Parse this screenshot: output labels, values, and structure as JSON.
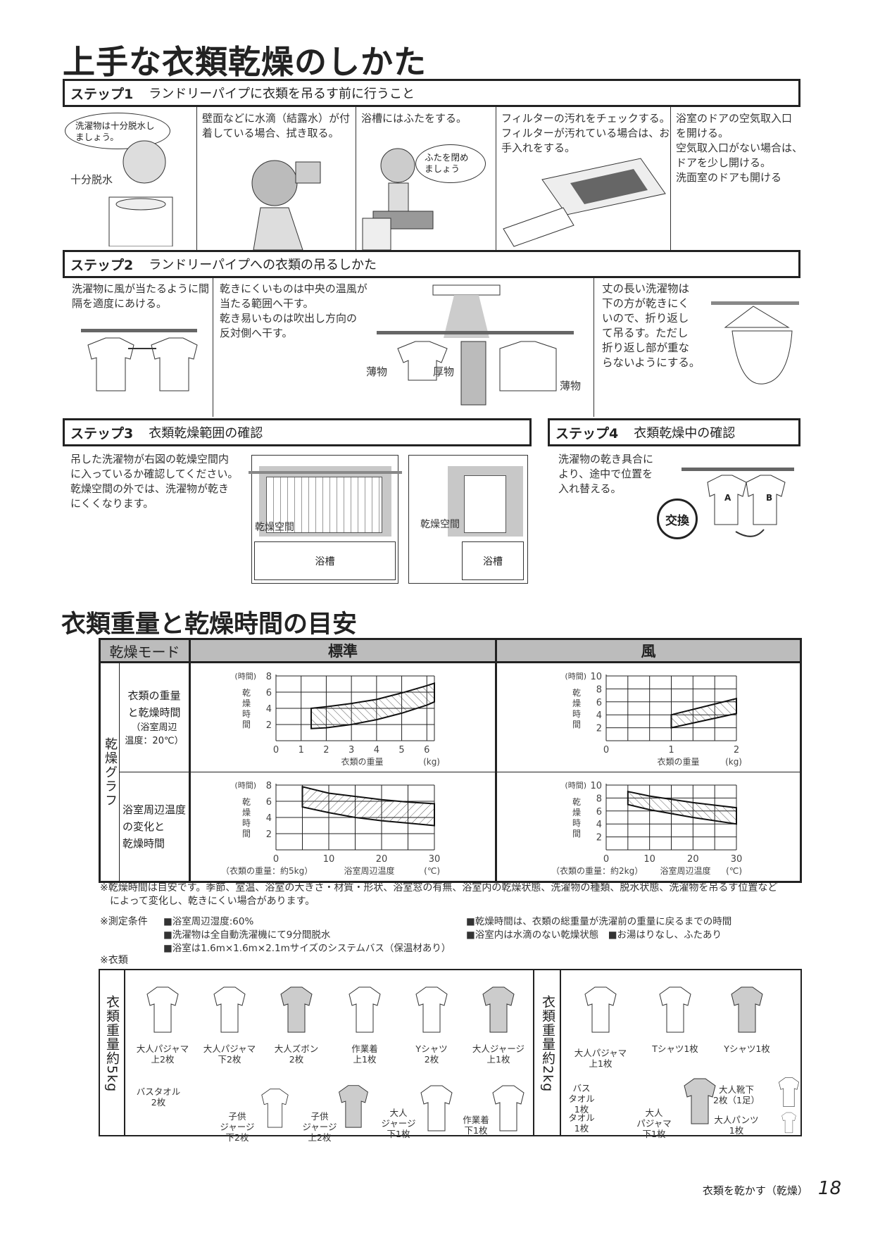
{
  "title": "上手な衣類乾燥のしかた",
  "step1": {
    "label": "ステップ1",
    "title": "ランドリーパイプに衣類を吊るす前に行うこと",
    "panels": [
      {
        "bubble": "洗濯物は十分脱水しましょう。",
        "caption": "十分脱水"
      },
      {
        "text": "壁面などに水滴（結露水）が付着している場合、拭き取る。"
      },
      {
        "text": "浴槽にはふたをする。",
        "bubble": "ふたを閉めましょう"
      },
      {
        "text": "フィルターの汚れをチェックする。フィルターが汚れている場合は、お手入れをする。"
      },
      {
        "lines": [
          "浴室のドアの空気取入口",
          "を開ける。",
          "空気取入口がない場合は、",
          "ドアを少し開ける。",
          "洗面室のドアも開ける"
        ]
      }
    ]
  },
  "step2": {
    "label": "ステップ2",
    "title": "ランドリーパイプへの衣類の吊るしかた",
    "panels": [
      {
        "text": "洗濯物に風が当たるように間隔を適度にあける。"
      },
      {
        "lines": [
          "乾きにくいものは中央の温風が",
          "当たる範囲へ干す。",
          "乾き易いものは吹出し方向の",
          "反対側へ干す。"
        ],
        "labels": [
          "薄物",
          "厚物",
          "薄物"
        ]
      },
      {
        "lines": [
          "丈の長い洗濯物は",
          "下の方が乾きにく",
          "いので、折り返し",
          "て吊るす。ただし",
          "折り返し部が重な",
          "らないようにする。"
        ]
      }
    ]
  },
  "step3": {
    "label": "ステップ3",
    "title": "衣類乾燥範囲の確認",
    "lines": [
      "吊した洗濯物が右図の乾燥空間内",
      "に入っているか確認してください。",
      "乾燥空間の外では、洗濯物が乾き",
      "にくくなります。"
    ],
    "space_label": "乾燥空間",
    "tub_label": "浴槽"
  },
  "step4": {
    "label": "ステップ4",
    "title": "衣類乾燥中の確認",
    "lines": [
      "洗濯物の乾き具合に",
      "より、途中で位置を",
      "入れ替える。"
    ],
    "swap": "交換",
    "a": "A",
    "b": "B"
  },
  "section2_title": "衣類重量と乾燥時間の目安",
  "table": {
    "mode_header": "乾燥モード",
    "col_standard": "標準",
    "col_wind": "風",
    "side_label": "乾燥グラフ",
    "row1_label": [
      "衣類の重量",
      "と乾燥時間"
    ],
    "row1_sub": [
      "（浴室周辺",
      "温度：20℃）"
    ],
    "row2_label": [
      "浴室周辺温度",
      "の変化と",
      "乾燥時間"
    ]
  },
  "chart_data": [
    {
      "type": "area",
      "id": "std-weight",
      "title": "標準",
      "xlabel": "衣類の重量",
      "xunit": "(kg)",
      "ylabel": "乾燥時間",
      "yunit": "(時間)",
      "xlim": [
        0,
        6.3
      ],
      "ylim": [
        0,
        8
      ],
      "xticks": [
        0,
        1,
        2,
        3,
        4,
        5,
        6
      ],
      "yticks": [
        2,
        4,
        6,
        8
      ],
      "xgrid": [
        1,
        2,
        3,
        4,
        5,
        6,
        6.3
      ],
      "grid": true,
      "upper": [
        [
          1.4,
          4.0
        ],
        [
          2,
          4.2
        ],
        [
          3,
          4.6
        ],
        [
          4,
          5.1
        ],
        [
          5,
          5.9
        ],
        [
          6,
          6.8
        ],
        [
          6.3,
          7.1
        ]
      ],
      "lower": [
        [
          1.4,
          1.5
        ],
        [
          2,
          1.6
        ],
        [
          3,
          2.0
        ],
        [
          4,
          2.6
        ],
        [
          5,
          3.4
        ],
        [
          6,
          4.4
        ],
        [
          6.3,
          4.8
        ]
      ]
    },
    {
      "type": "area",
      "id": "wind-weight",
      "title": "風",
      "xlabel": "衣類の重量",
      "xunit": "(kg)",
      "ylabel": "乾燥時間",
      "yunit": "(時間)",
      "xlim": [
        0,
        2
      ],
      "ylim": [
        0,
        10
      ],
      "xticks": [
        0,
        1,
        2
      ],
      "yticks": [
        2,
        4,
        6,
        8,
        10
      ],
      "xgrid": [
        0.333,
        0.667,
        1,
        1.333,
        1.667,
        2
      ],
      "grid": true,
      "upper": [
        [
          1,
          4.0
        ],
        [
          2,
          6.5
        ]
      ],
      "lower": [
        [
          1,
          2.0
        ],
        [
          2,
          4.2
        ]
      ]
    },
    {
      "type": "area",
      "id": "std-temp",
      "title": "標準",
      "xlabel": "浴室周辺温度",
      "xunit": "(℃)",
      "note": "（衣類の重量：約5kg）",
      "ylabel": "乾燥時間",
      "yunit": "(時間)",
      "xlim": [
        0,
        30
      ],
      "ylim": [
        0,
        8
      ],
      "xticks": [
        0,
        10,
        20,
        30
      ],
      "yticks": [
        2,
        4,
        6,
        8
      ],
      "xgrid": [
        5,
        10,
        15,
        20,
        25,
        30
      ],
      "grid": true,
      "upper": [
        [
          5,
          7.8
        ],
        [
          10,
          7.0
        ],
        [
          15,
          6.6
        ],
        [
          20,
          6.2
        ],
        [
          25,
          5.9
        ],
        [
          30,
          5.7
        ]
      ],
      "lower": [
        [
          5,
          5.3
        ],
        [
          10,
          4.6
        ],
        [
          15,
          4.0
        ],
        [
          20,
          3.6
        ],
        [
          25,
          3.3
        ],
        [
          30,
          3.0
        ]
      ]
    },
    {
      "type": "area",
      "id": "wind-temp",
      "title": "風",
      "xlabel": "浴室周辺温度",
      "xunit": "(℃)",
      "note": "（衣類の重量：約2kg）",
      "ylabel": "乾燥時間",
      "yunit": "(時間)",
      "xlim": [
        0,
        30
      ],
      "ylim": [
        0,
        10
      ],
      "xticks": [
        0,
        10,
        20,
        30
      ],
      "yticks": [
        2,
        4,
        6,
        8,
        10
      ],
      "xgrid": [
        5,
        10,
        15,
        20,
        25,
        30
      ],
      "grid": true,
      "upper": [
        [
          5,
          9.0
        ],
        [
          10,
          8.3
        ],
        [
          20,
          7.3
        ],
        [
          30,
          6.5
        ]
      ],
      "lower": [
        [
          5,
          7.0
        ],
        [
          10,
          6.2
        ],
        [
          20,
          5.0
        ],
        [
          30,
          4.0
        ]
      ]
    }
  ],
  "notes": {
    "main": [
      "※乾燥時間は目安です。季節、室温、浴室の大きさ・材質・形状、浴室窓の有無、浴室内の乾燥状態、洗濯物の種類、脱水状態、洗濯物を吊るす位置など",
      "によって変化し、乾きにくい場合があります。"
    ],
    "cond_label": "※測定条件",
    "cond_left": [
      "■浴室周辺湿度:60%",
      "■洗濯物は全自動洗濯機にて9分間脱水",
      "■浴室は1.6m×1.6m×2.1mサイズのシステムバス（保温材あり）"
    ],
    "cond_right": [
      "■乾燥時間は、衣類の総重量が洗濯前の重量に戻るまでの時間",
      "■浴室内は水滴のない乾燥状態　■お湯はりなし、ふたあり"
    ],
    "clothes_label": "※衣類"
  },
  "clothes": {
    "label5": "衣類重量約5kg",
    "label2": "衣類重量約2kg",
    "set5": [
      [
        "大人パジャマ",
        "上2枚"
      ],
      [
        "大人パジャマ",
        "下2枚"
      ],
      [
        "大人ズボン",
        "2枚"
      ],
      [
        "作業着",
        "上1枚"
      ],
      [
        "Yシャツ",
        "2枚"
      ],
      [
        "大人ジャージ",
        "上1枚"
      ],
      [
        "バスタオル",
        "2枚"
      ],
      [
        "子供",
        "ジャージ",
        "下2枚"
      ],
      [
        "子供",
        "ジャージ",
        "上2枚"
      ],
      [
        "大人",
        "ジャージ",
        "下1枚"
      ],
      [
        "作業着",
        "下1枚"
      ]
    ],
    "set2": [
      [
        "大人パジャマ",
        "上1枚"
      ],
      [
        "Tシャツ1枚"
      ],
      [
        "Yシャツ1枚"
      ],
      [
        "バス",
        "タオル",
        "1枚"
      ],
      [
        "タオル",
        "1枚"
      ],
      [
        "大人",
        "パジャマ",
        "下1枚"
      ],
      [
        "大人靴下",
        "2枚（1足）"
      ],
      [
        "大人パンツ",
        "1枚"
      ]
    ]
  },
  "footer": {
    "section": "衣類を乾かす（乾燥）",
    "page": "18"
  }
}
